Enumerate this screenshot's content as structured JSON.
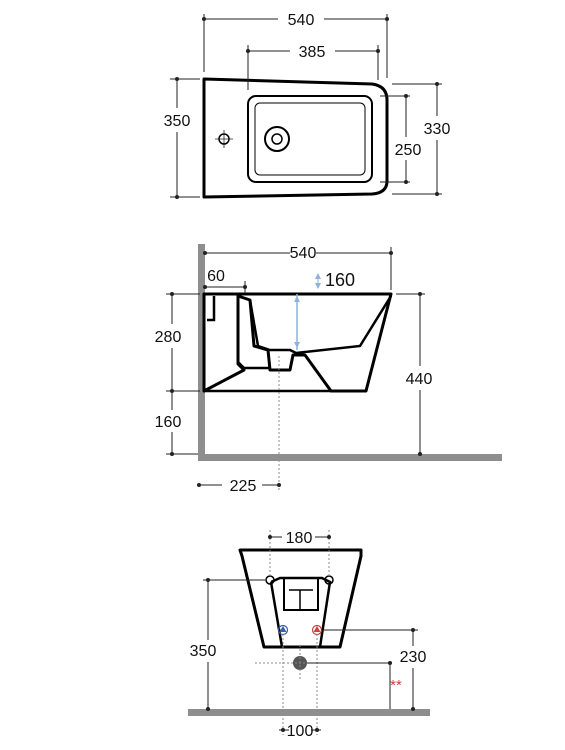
{
  "top_view": {
    "width_total": "540",
    "width_bowl": "385",
    "depth_total": "350",
    "depth_right": "330",
    "bowl_depth": "250"
  },
  "side_view": {
    "width_total": "540",
    "rim_offset": "60",
    "bowl_drop": "160",
    "height_body": "280",
    "height_floor": "160",
    "height_rim": "440",
    "drain_offset": "225"
  },
  "front_view": {
    "bolt_spacing": "180",
    "bolt_height": "350",
    "supply_height": "230",
    "supply_spacing": "100",
    "marker": "**"
  },
  "colors": {
    "wall": "#8e8e8e",
    "hot": "#d04040",
    "cold": "#3a5ea8",
    "drain": "#555555"
  }
}
